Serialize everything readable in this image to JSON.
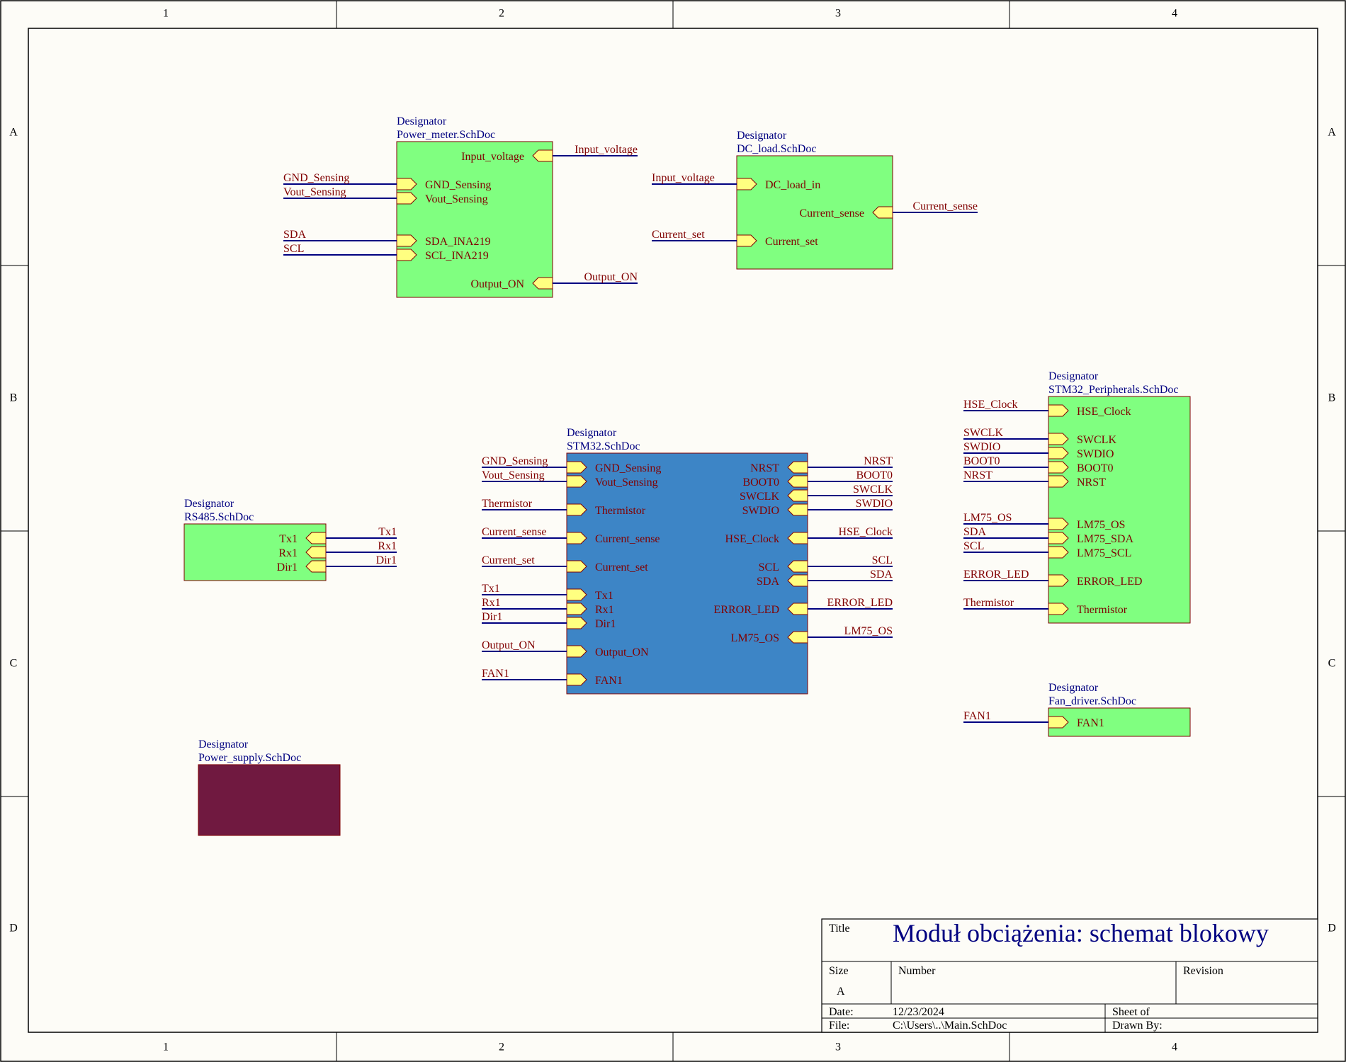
{
  "border": {
    "columns": [
      "1",
      "2",
      "3",
      "4"
    ],
    "rows": [
      "A",
      "B",
      "C",
      "D"
    ]
  },
  "colors": {
    "sheet_green": "#80ff80",
    "sheet_blue": "#3d85c6",
    "sheet_maroon": "#701940",
    "port_fill": "#ffff80",
    "wire": "#000080",
    "net_text": "#800000",
    "designator_text": "#000080"
  },
  "sheets": {
    "power_meter": {
      "designator": "Designator",
      "file": "Power_meter.SchDoc",
      "ports": [
        "Input_voltage",
        "GND_Sensing",
        "Vout_Sensing",
        "SDA_INA219",
        "SCL_INA219",
        "Output_ON"
      ],
      "nets": [
        "Input_voltage",
        "GND_Sensing",
        "Vout_Sensing",
        "SDA",
        "SCL",
        "Output_ON"
      ]
    },
    "dc_load": {
      "designator": "Designator",
      "file": "DC_load.SchDoc",
      "ports": [
        "DC_load_in",
        "Current_sense",
        "Current_set"
      ],
      "nets": [
        "Input_voltage",
        "Current_sense",
        "Current_set"
      ]
    },
    "rs485": {
      "designator": "Designator",
      "file": "RS485.SchDoc",
      "ports": [
        "Tx1",
        "Rx1",
        "Dir1"
      ],
      "nets": [
        "Tx1",
        "Rx1",
        "Dir1"
      ]
    },
    "stm32": {
      "designator": "Designator",
      "file": "STM32.SchDoc",
      "left_ports": [
        "GND_Sensing",
        "Vout_Sensing",
        "Thermistor",
        "Current_sense",
        "Current_set",
        "Tx1",
        "Rx1",
        "Dir1",
        "Output_ON",
        "FAN1"
      ],
      "left_nets": [
        "GND_Sensing",
        "Vout_Sensing",
        "Thermistor",
        "Current_sense",
        "Current_set",
        "Tx1",
        "Rx1",
        "Dir1",
        "Output_ON",
        "FAN1"
      ],
      "right_ports": [
        "NRST",
        "BOOT0",
        "SWCLK",
        "SWDIO",
        "HSE_Clock",
        "SCL",
        "SDA",
        "ERROR_LED",
        "LM75_OS"
      ],
      "right_nets": [
        "NRST",
        "BOOT0",
        "SWCLK",
        "SWDIO",
        "HSE_Clock",
        "SCL",
        "SDA",
        "ERROR_LED",
        "LM75_OS"
      ]
    },
    "stm32_peripherals": {
      "designator": "Designator",
      "file": "STM32_Peripherals.SchDoc",
      "ports": [
        "HSE_Clock",
        "SWCLK",
        "SWDIO",
        "BOOT0",
        "NRST",
        "LM75_OS",
        "LM75_SDA",
        "LM75_SCL",
        "ERROR_LED",
        "Thermistor"
      ],
      "nets": [
        "HSE_Clock",
        "SWCLK",
        "SWDIO",
        "BOOT0",
        "NRST",
        "LM75_OS",
        "SDA",
        "SCL",
        "ERROR_LED",
        "Thermistor"
      ]
    },
    "fan_driver": {
      "designator": "Designator",
      "file": "Fan_driver.SchDoc",
      "ports": [
        "FAN1"
      ],
      "nets": [
        "FAN1"
      ]
    },
    "power_supply": {
      "designator": "Designator",
      "file": "Power_supply.SchDoc"
    }
  },
  "title_block": {
    "title_label": "Title",
    "title": "Moduł obciążenia: schemat blokowy",
    "size_label": "Size",
    "size_value": "A",
    "number_label": "Number",
    "revision_label": "Revision",
    "date_label": "Date:",
    "date_value": "12/23/2024",
    "file_label": "File:",
    "file_value": "C:\\Users\\..\\Main.SchDoc",
    "sheet_label": "Sheet  of",
    "drawn_by_label": "Drawn By:"
  }
}
